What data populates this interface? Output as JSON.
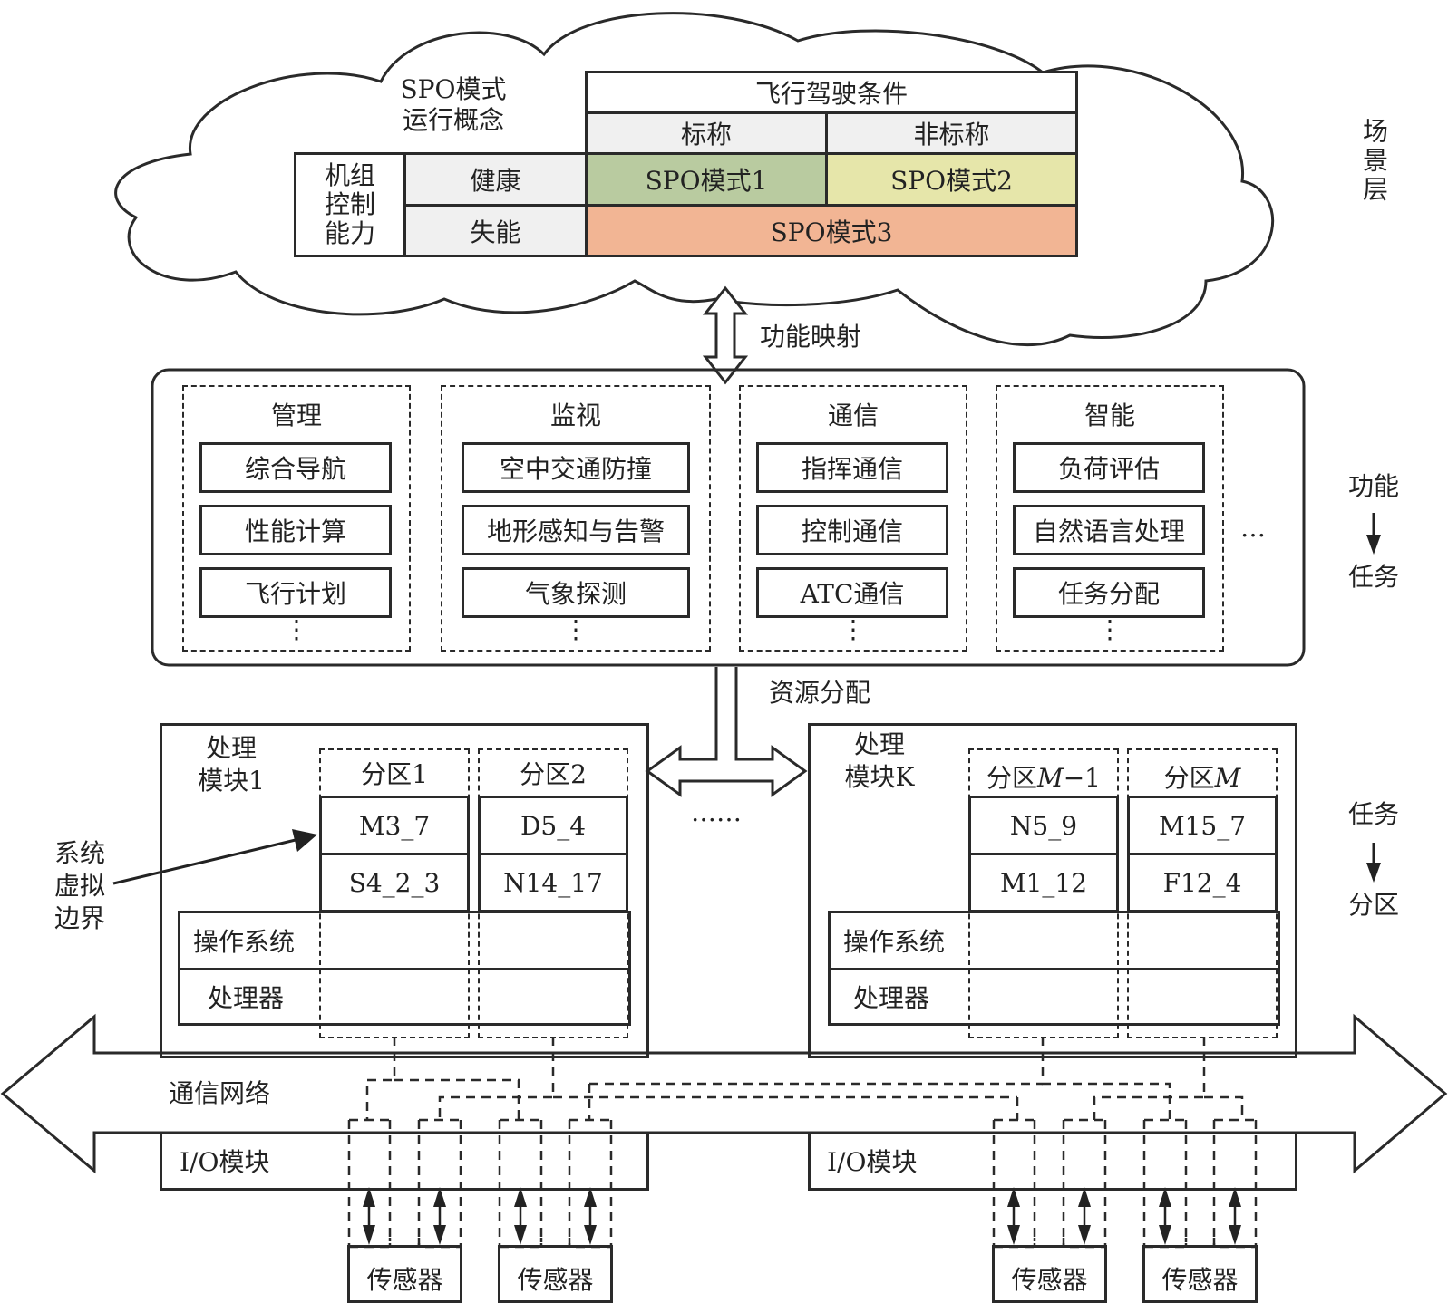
{
  "scene_layer": {
    "side_label": "场景层",
    "corner_label_line1": "SPO模式",
    "corner_label_line2": "运行概念",
    "flight_conditions": "飞行驾驶条件",
    "nominal": "标称",
    "non_nominal": "非标称",
    "crew_capability": "机组控制能力",
    "crew_capability_lines": [
      "机组",
      "控制",
      "能力"
    ],
    "healthy": "健康",
    "incapacitated": "失能",
    "mode1": "SPO模式1",
    "mode2": "SPO模式2",
    "mode3": "SPO模式3",
    "colors": {
      "mode1": "#b9cba0",
      "mode2": "#e6e6aa",
      "mode3": "#f2b594",
      "header_gray": "#f0f0f0"
    }
  },
  "function_mapping_label": "功能映射",
  "function_layer": {
    "side_label_top": "功能",
    "side_label_bottom": "任务",
    "more": "…",
    "groups": [
      {
        "title": "管理",
        "items": [
          "综合导航",
          "性能计算",
          "飞行计划"
        ],
        "ellipsis": "⋮"
      },
      {
        "title": "监视",
        "items": [
          "空中交通防撞",
          "地形感知与告警",
          "气象探测"
        ],
        "ellipsis": "⋮"
      },
      {
        "title": "通信",
        "items": [
          "指挥通信",
          "控制通信",
          "ATC通信"
        ],
        "ellipsis": "⋮"
      },
      {
        "title": "智能",
        "items": [
          "负荷评估",
          "自然语言处理",
          "任务分配"
        ],
        "ellipsis": "⋮"
      }
    ]
  },
  "resource_allocation_label": "资源分配",
  "partition_layer": {
    "side_label_top": "任务",
    "side_label_bottom": "分区",
    "virtual_boundary_lines": [
      "系统",
      "虚拟",
      "边界"
    ],
    "between_modules": "……",
    "modules": [
      {
        "title_lines": [
          "处理",
          "模块1"
        ],
        "os": "操作系统",
        "processor": "处理器",
        "partitions": [
          {
            "title": "分区1",
            "tasks": [
              "M3_7",
              "S4_2_3"
            ]
          },
          {
            "title": "分区2",
            "tasks": [
              "D5_4",
              "N14_17"
            ]
          }
        ]
      },
      {
        "title_lines": [
          "处理",
          "模块K"
        ],
        "os": "操作系统",
        "processor": "处理器",
        "partitions": [
          {
            "title_prefix": "分区",
            "title_var": "M",
            "title_suffix": "−1",
            "tasks": [
              "N5_9",
              "M1_12"
            ]
          },
          {
            "title_prefix": "分区",
            "title_var": "M",
            "title_suffix": "",
            "tasks": [
              "M15_7",
              "F12_4"
            ]
          }
        ]
      }
    ]
  },
  "network": {
    "label": "通信网络",
    "io_module": "I/O模块",
    "sensor": "传感器"
  }
}
